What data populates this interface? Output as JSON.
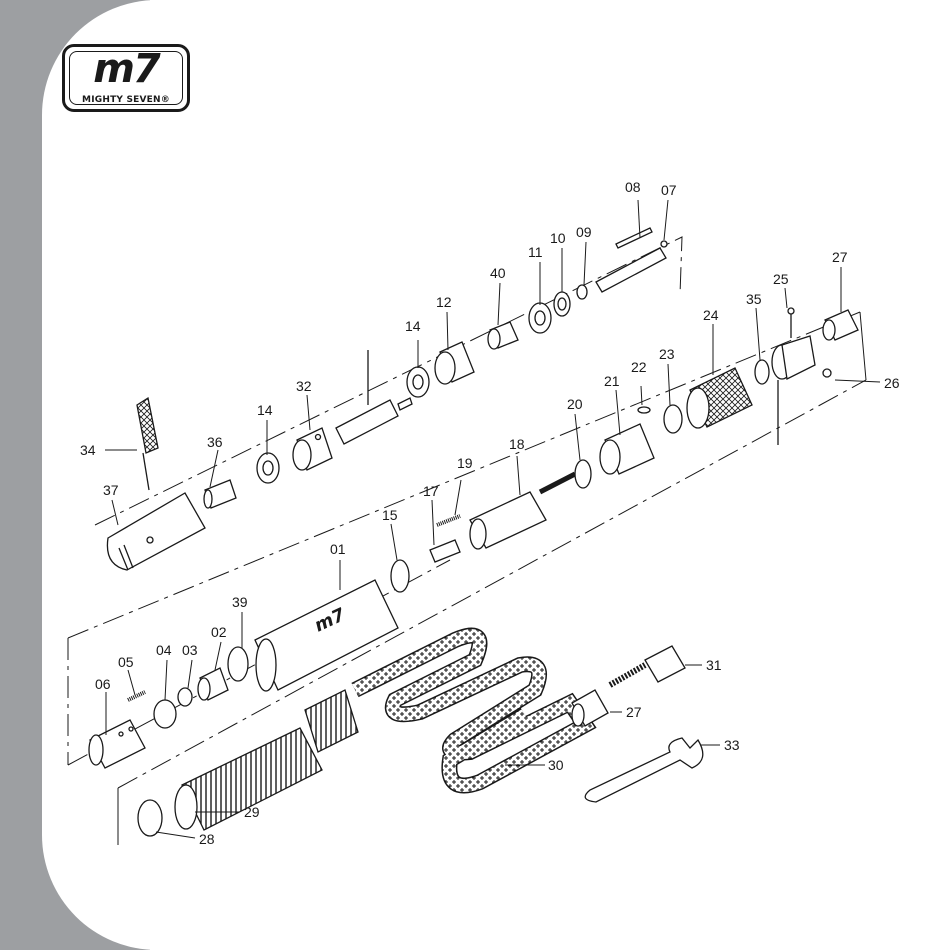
{
  "logo": {
    "mark": "m7",
    "text": "MIGHTY SEVEN®"
  },
  "part_labels": {
    "p01": "01",
    "p02": "02",
    "p03": "03",
    "p04": "04",
    "p05": "05",
    "p06": "06",
    "p07": "07",
    "p08": "08",
    "p09": "09",
    "p10": "10",
    "p11": "11",
    "p12": "12",
    "p14a": "14",
    "p14b": "14",
    "p15": "15",
    "p17": "17",
    "p18": "18",
    "p19": "19",
    "p20": "20",
    "p21": "21",
    "p22": "22",
    "p23": "23",
    "p24": "24",
    "p25": "25",
    "p26": "26",
    "p27a": "27",
    "p27b": "27",
    "p28": "28",
    "p29": "29",
    "p30": "30",
    "p31": "31",
    "p32": "32",
    "p33": "33",
    "p34": "34",
    "p35": "35",
    "p36": "36",
    "p37": "37",
    "p39": "39",
    "p40": "40"
  },
  "colors": {
    "sidebar": "#9d9fa2",
    "ink": "#1a1a1a",
    "background": "#ffffff"
  }
}
